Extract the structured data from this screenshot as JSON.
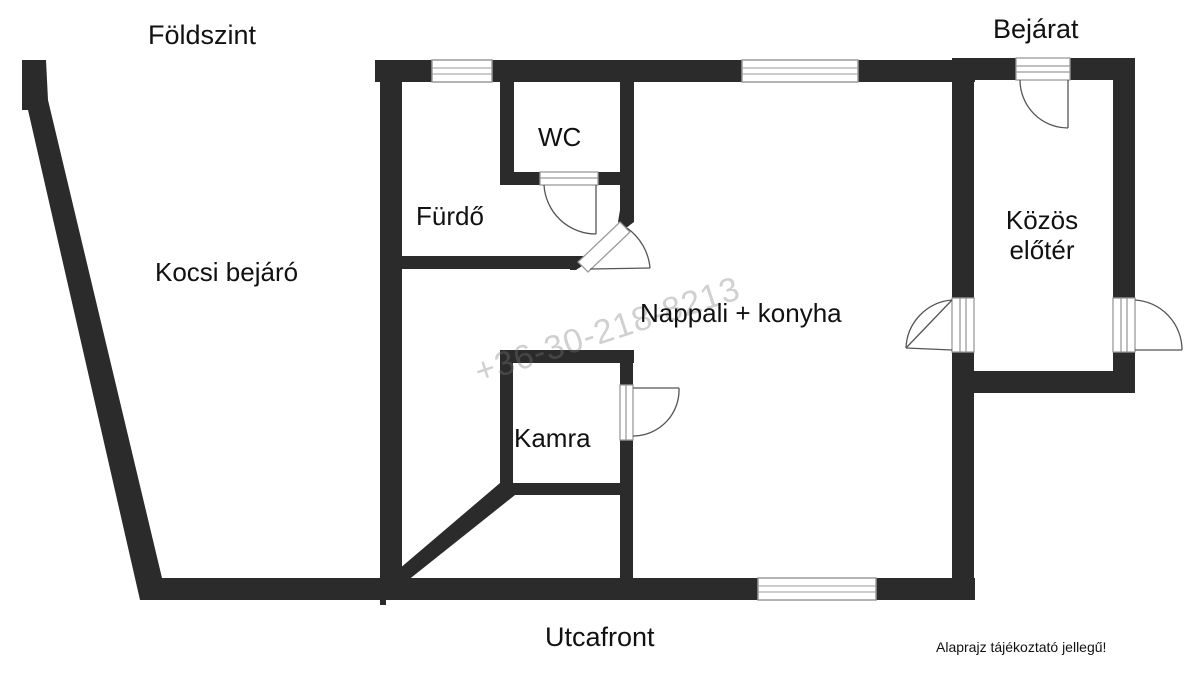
{
  "labels": {
    "floor": "Földszint",
    "entrance": "Bejárat",
    "driveway": "Kocsi bejáró",
    "bathroom": "Fürdő",
    "wc": "WC",
    "living_kitchen": "Nappali + konyha",
    "pantry": "Kamra",
    "common_hall_line1": "Közös",
    "common_hall_line2": "előtér",
    "street_front": "Utcafront",
    "disclaimer": "Alaprajz tájékoztató jellegű!"
  },
  "watermark": "+36-30-218-8213",
  "colors": {
    "wall": "#2b2b2b",
    "window_frame": "#9a9a9a",
    "window_fill": "#ffffff",
    "door_line": "#555555",
    "background": "#ffffff"
  }
}
